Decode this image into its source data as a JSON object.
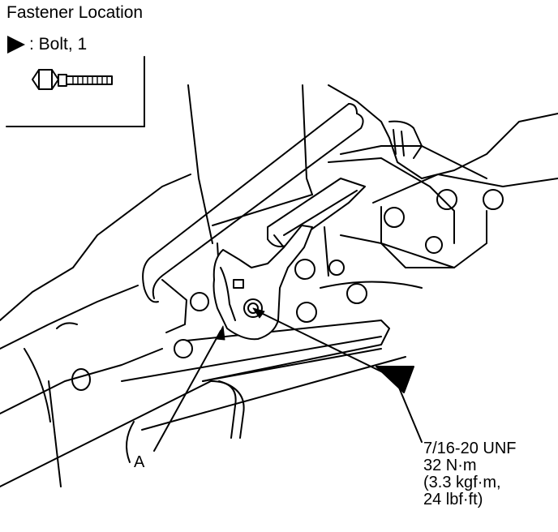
{
  "title": "Fastener Location",
  "legend": {
    "symbol_icon": "filled-triangle-arrow-icon",
    "text": ": Bolt, 1",
    "bolt_icon": "flange-bolt-icon"
  },
  "callout_a": "A",
  "spec": {
    "line1": "7/16-20 UNF",
    "line2": "32 N·m",
    "line3": "(3.3 kgf·m,",
    "line4": "24 lbf·ft)"
  }
}
